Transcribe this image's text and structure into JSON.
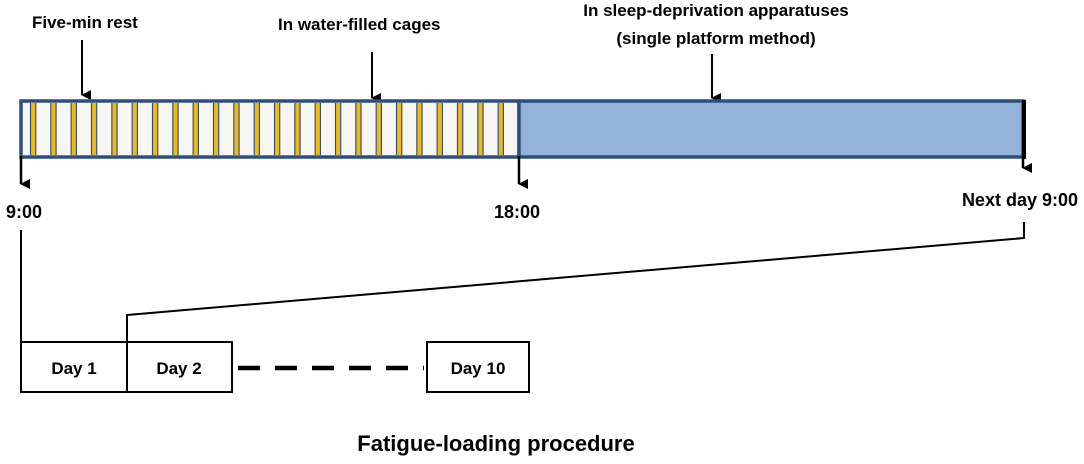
{
  "labels": {
    "rest": "Five-min rest",
    "water": "In water-filled cages",
    "sleep_line1": "In sleep-deprivation apparatuses",
    "sleep_line2": "(single platform method)",
    "start_time": "9:00",
    "mid_time": "18:00",
    "end_time": "Next day 9:00",
    "day1": "Day 1",
    "day2": "Day 2",
    "day10": "Day 10",
    "title": "Fatigue-loading procedure"
  },
  "colors": {
    "frame": "#2e4f7c",
    "cage_fill": "#f7f6f2",
    "rest_stripe": "#f2b90f",
    "sleep_fill": "#94b3d8",
    "line": "#000000"
  },
  "rest_stripe_count": 24
}
